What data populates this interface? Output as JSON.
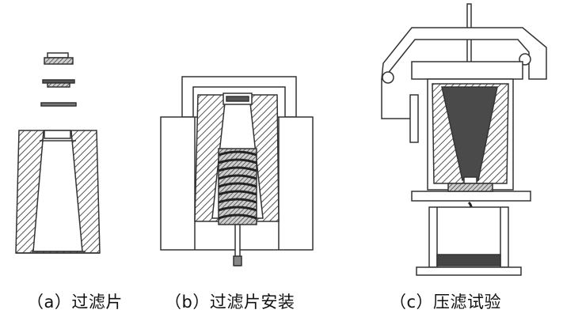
{
  "captions": {
    "a": "（a）过滤片",
    "b": "（b）过滤片安装",
    "c": "（c）压滤试验"
  },
  "colors": {
    "line": "#333333",
    "hatch": "#555555",
    "dark_fill": "#444444",
    "background": "#ffffff"
  }
}
